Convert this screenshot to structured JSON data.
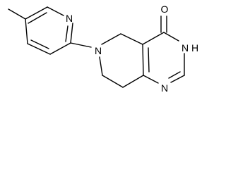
{
  "structure": {
    "atoms": {
      "ketone_oxygen": "O",
      "pyridine_nitrogen": "N",
      "piperidine_nitrogen": "N",
      "amide_nitrogen": "N",
      "amide_hydrogen": "H",
      "pyrimidine_nitrogen": "N"
    }
  }
}
